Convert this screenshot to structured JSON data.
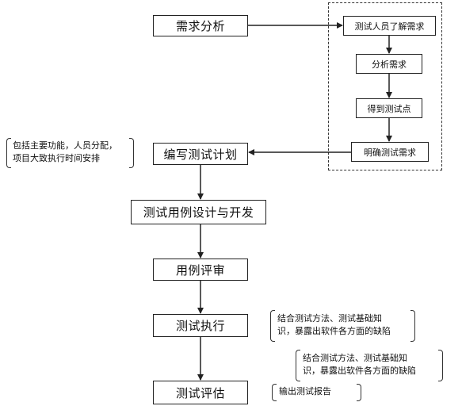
{
  "main_flow": [
    "需求分析",
    "编写测试计划",
    "测试用例设计与开发",
    "用例评审",
    "测试执行",
    "测试评估"
  ],
  "sub_flow": [
    "测试人员了解需求",
    "分析需求",
    "得到测试点",
    "明确测试需求"
  ],
  "notes": {
    "plan_line1": "包括主要功能，人员分配，",
    "plan_line2": "项目大致执行时间安排",
    "exec_line1": "结合测试方法、测试基础知",
    "exec_line2": "识，暴露出软件各方面的缺陷",
    "exec2_line1": "结合测试方法、测试基础知",
    "exec2_line2": "识，暴露出软件各方面的缺陷",
    "eval": "输出测试报告"
  }
}
